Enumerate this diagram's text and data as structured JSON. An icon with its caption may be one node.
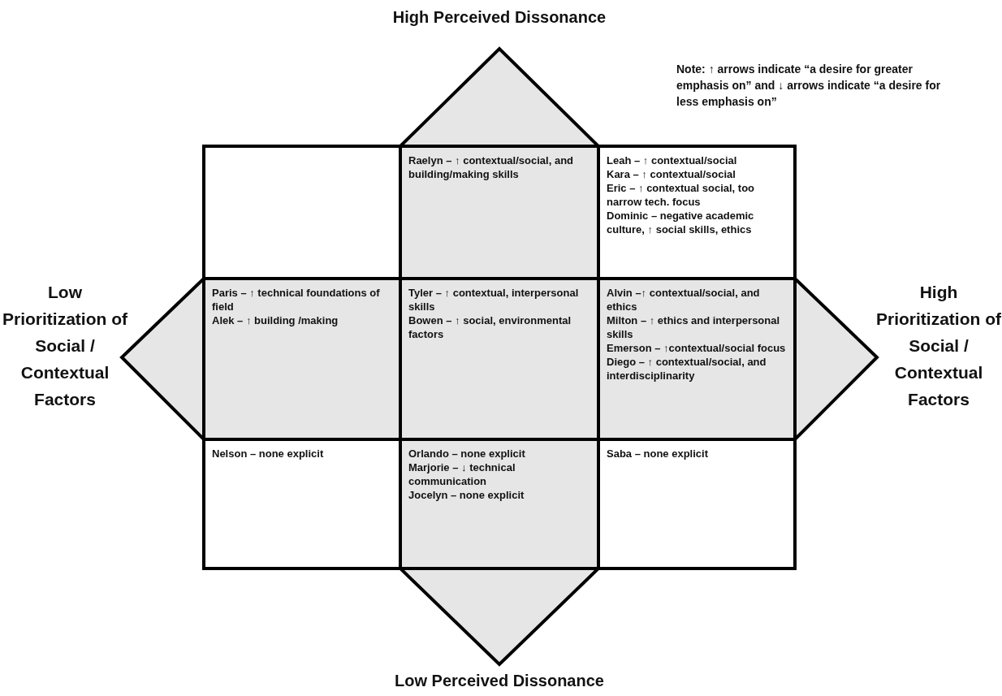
{
  "diagram": {
    "nodes": [
      {
        "text": [],
        "shape": "box"
      },
      {
        "text": [
          "Raelyn – ↑ contextual/social, and building/making skills"
        ]
      },
      {
        "text": [
          "Leah –  ↑ contextual/social",
          "Kara – ↑ contextual/social",
          "Eric – ↑ contextual social, too narrow tech. focus",
          "Dominic – negative academic culture, ↑ social skills, ethics"
        ]
      },
      {
        "text": [
          "Paris – ↑ technical foundations of field",
          "Alek – ↑ building /making"
        ]
      },
      {
        "text": [
          "Tyler – ↑  contextual, interpersonal skills",
          "Bowen – ↑ social, environmental factors"
        ]
      },
      {
        "text": [
          "Alvin –↑ contextual/social, and ethics",
          "Milton – ↑ ethics and interpersonal skills",
          "Emerson – ↑contextual/social focus",
          "Diego – ↑ contextual/social, and interdisciplinarity"
        ]
      },
      {
        "text": [
          "Nelson – none explicit"
        ]
      },
      {
        "text": [
          "Orlando – none explicit",
          "Marjorie – ↓ technical communication",
          "Jocelyn – none explicit"
        ]
      },
      {
        "text": [
          "Saba – none explicit"
        ]
      }
    ],
    "labels": [
      "High Perceived Dissonance",
      "Note: ↑ arrows indicate “a desire for greater emphasis on” and ↓ arrows indicate “a desire for less emphasis on”",
      "Low Prioritization of Social / Contextual Factors",
      "High Prioritization of Social / Contextual Factors",
      "Low Perceived Dissonance"
    ]
  }
}
